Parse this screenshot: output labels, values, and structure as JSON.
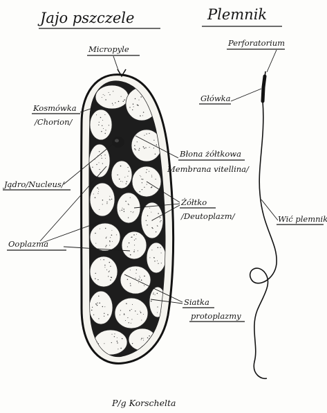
{
  "titles": {
    "egg": "Jajo pszczele",
    "sperm": "Plemnik"
  },
  "egg_labels": {
    "micropyle": "Micropyle",
    "chorion_a": "Kosmówka",
    "chorion_b": "/Chorion/",
    "vitelline_a": "Błona żółtkowa",
    "vitelline_b": "Membrana vitellina/",
    "nucleus": "Jądro/Nucleus/",
    "yolk_a": "Żółtko",
    "yolk_b": "/Deutoplazm/",
    "ooplasm": "Ooplazma",
    "network_a": "Siatka",
    "network_b": "protoplazmy"
  },
  "sperm_labels": {
    "perforatorium": "Perforatorium",
    "head": "Główka",
    "tail": "Wić plemnika"
  },
  "caption": "P/g Korschelta"
}
